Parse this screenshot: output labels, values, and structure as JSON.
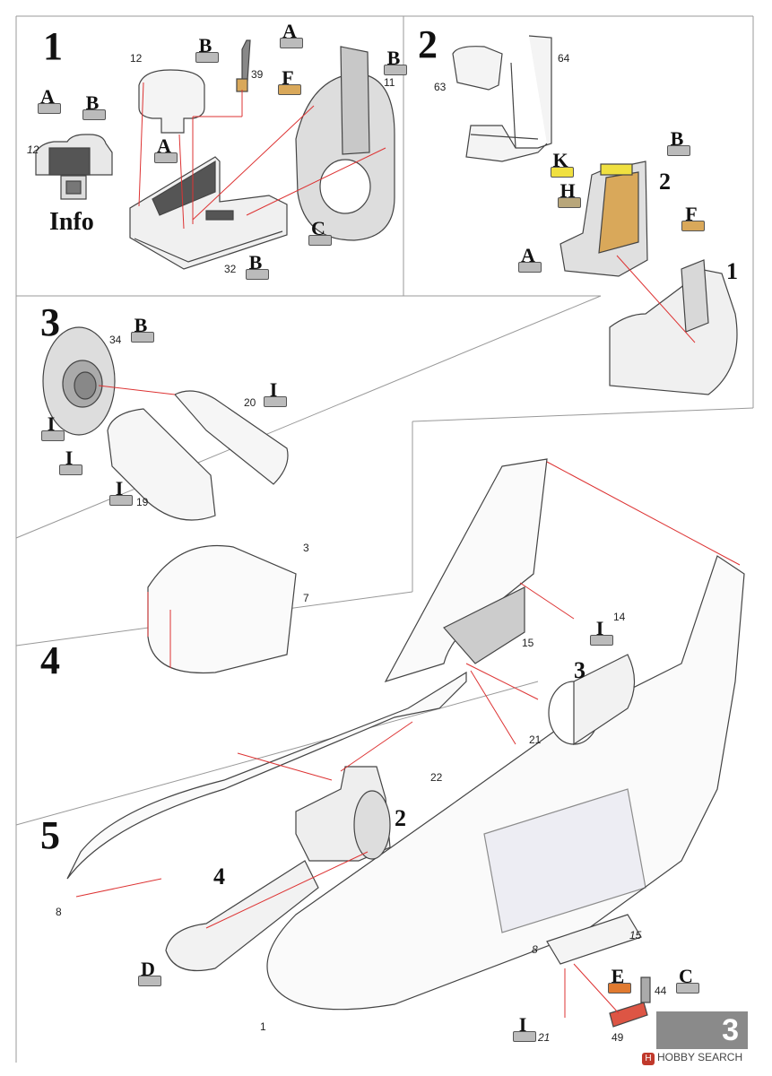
{
  "page_number": "3",
  "watermark": {
    "icon": "hobby-search-logo-icon",
    "text": "HOBBY SEARCH"
  },
  "steps": {
    "s1": {
      "number": "1",
      "info": "Info"
    },
    "s2": {
      "number": "2",
      "sub_a": "2",
      "sub_b": "1"
    },
    "s3": {
      "number": "3"
    },
    "s4": {
      "number": "4",
      "sub_a": "3",
      "sub_b": "2"
    },
    "s5": {
      "number": "5",
      "sub_a": "4"
    }
  },
  "part_numbers": {
    "p12a": "12",
    "p12b": "12",
    "p39": "39",
    "p11": "11",
    "p32": "32",
    "p63": "63",
    "p64": "64",
    "p34": "34",
    "p20": "20",
    "p19": "19",
    "p3": "3",
    "p7": "7",
    "p14": "14",
    "p15a": "15",
    "p21a": "21",
    "p22": "22",
    "p8a": "8",
    "p1": "1",
    "p8b": "8",
    "p15b": "15",
    "p44": "44",
    "p49": "49",
    "p21b": "21"
  },
  "color_callouts": {
    "c1": "A",
    "c2": "B",
    "c3": "B",
    "c4": "A",
    "c5": "F",
    "c6": "B",
    "c7": "C",
    "c8": "B",
    "c9": "A",
    "c10": "B",
    "c11": "K",
    "c12": "H",
    "c13": "F",
    "c14": "A",
    "c15": "B",
    "c16": "I",
    "c17": "I",
    "c18": "I",
    "c19": "I",
    "c20": "I",
    "c21": "D",
    "c22": "E",
    "c23": "C",
    "c24": "I"
  },
  "callout_colors": {
    "F": "#d9a85a",
    "K": "#f0e040",
    "H": "#b8a67a",
    "E": "#e07a30",
    "default": "#c8c8c8"
  }
}
